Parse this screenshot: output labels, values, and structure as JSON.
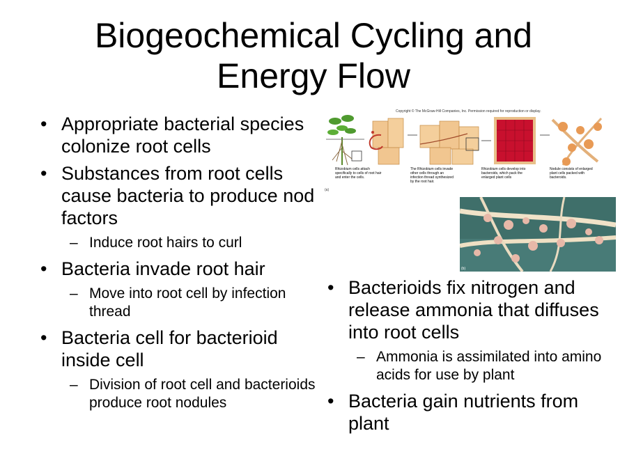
{
  "slide": {
    "title_line1": "Biogeochemical Cycling and",
    "title_line2": "Energy Flow"
  },
  "left_bullets": [
    {
      "text": "Appropriate bacterial species colonize root cells"
    },
    {
      "text": "Substances from root cells cause bacteria to produce nod factors",
      "sub": "Induce root hairs to curl"
    },
    {
      "text": "Bacteria invade root hair",
      "sub": "Move into root cell by infection thread"
    },
    {
      "text": "Bacteria cell for bacterioid inside cell",
      "sub": "Division of root cell and bacterioids produce root nodules"
    }
  ],
  "right_bullets": [
    {
      "text": "Bacterioids fix nitrogen and release ammonia that diffuses into root cells",
      "sub": "Ammonia is assimilated into amino acids for use by plant"
    },
    {
      "text": "Bacteria gain nutrients from plant"
    }
  ],
  "figure": {
    "copyright": "Copyright © The McGraw-Hill Companies, Inc. Permission required for reproduction or display.",
    "captions": [
      "Rhizobium cells attach specifically to cells of root hair and enter the cells.",
      "The Rhizobium cells invade other cells through an infection thread synthesized by the root hair.",
      "Rhizobium cells develop into bacteroids, which pack the enlarged plant cells",
      "Nodule consists of enlarged plant cells packed with bacteroids."
    ],
    "label_a": "(a)",
    "label_b": "(b)"
  }
}
